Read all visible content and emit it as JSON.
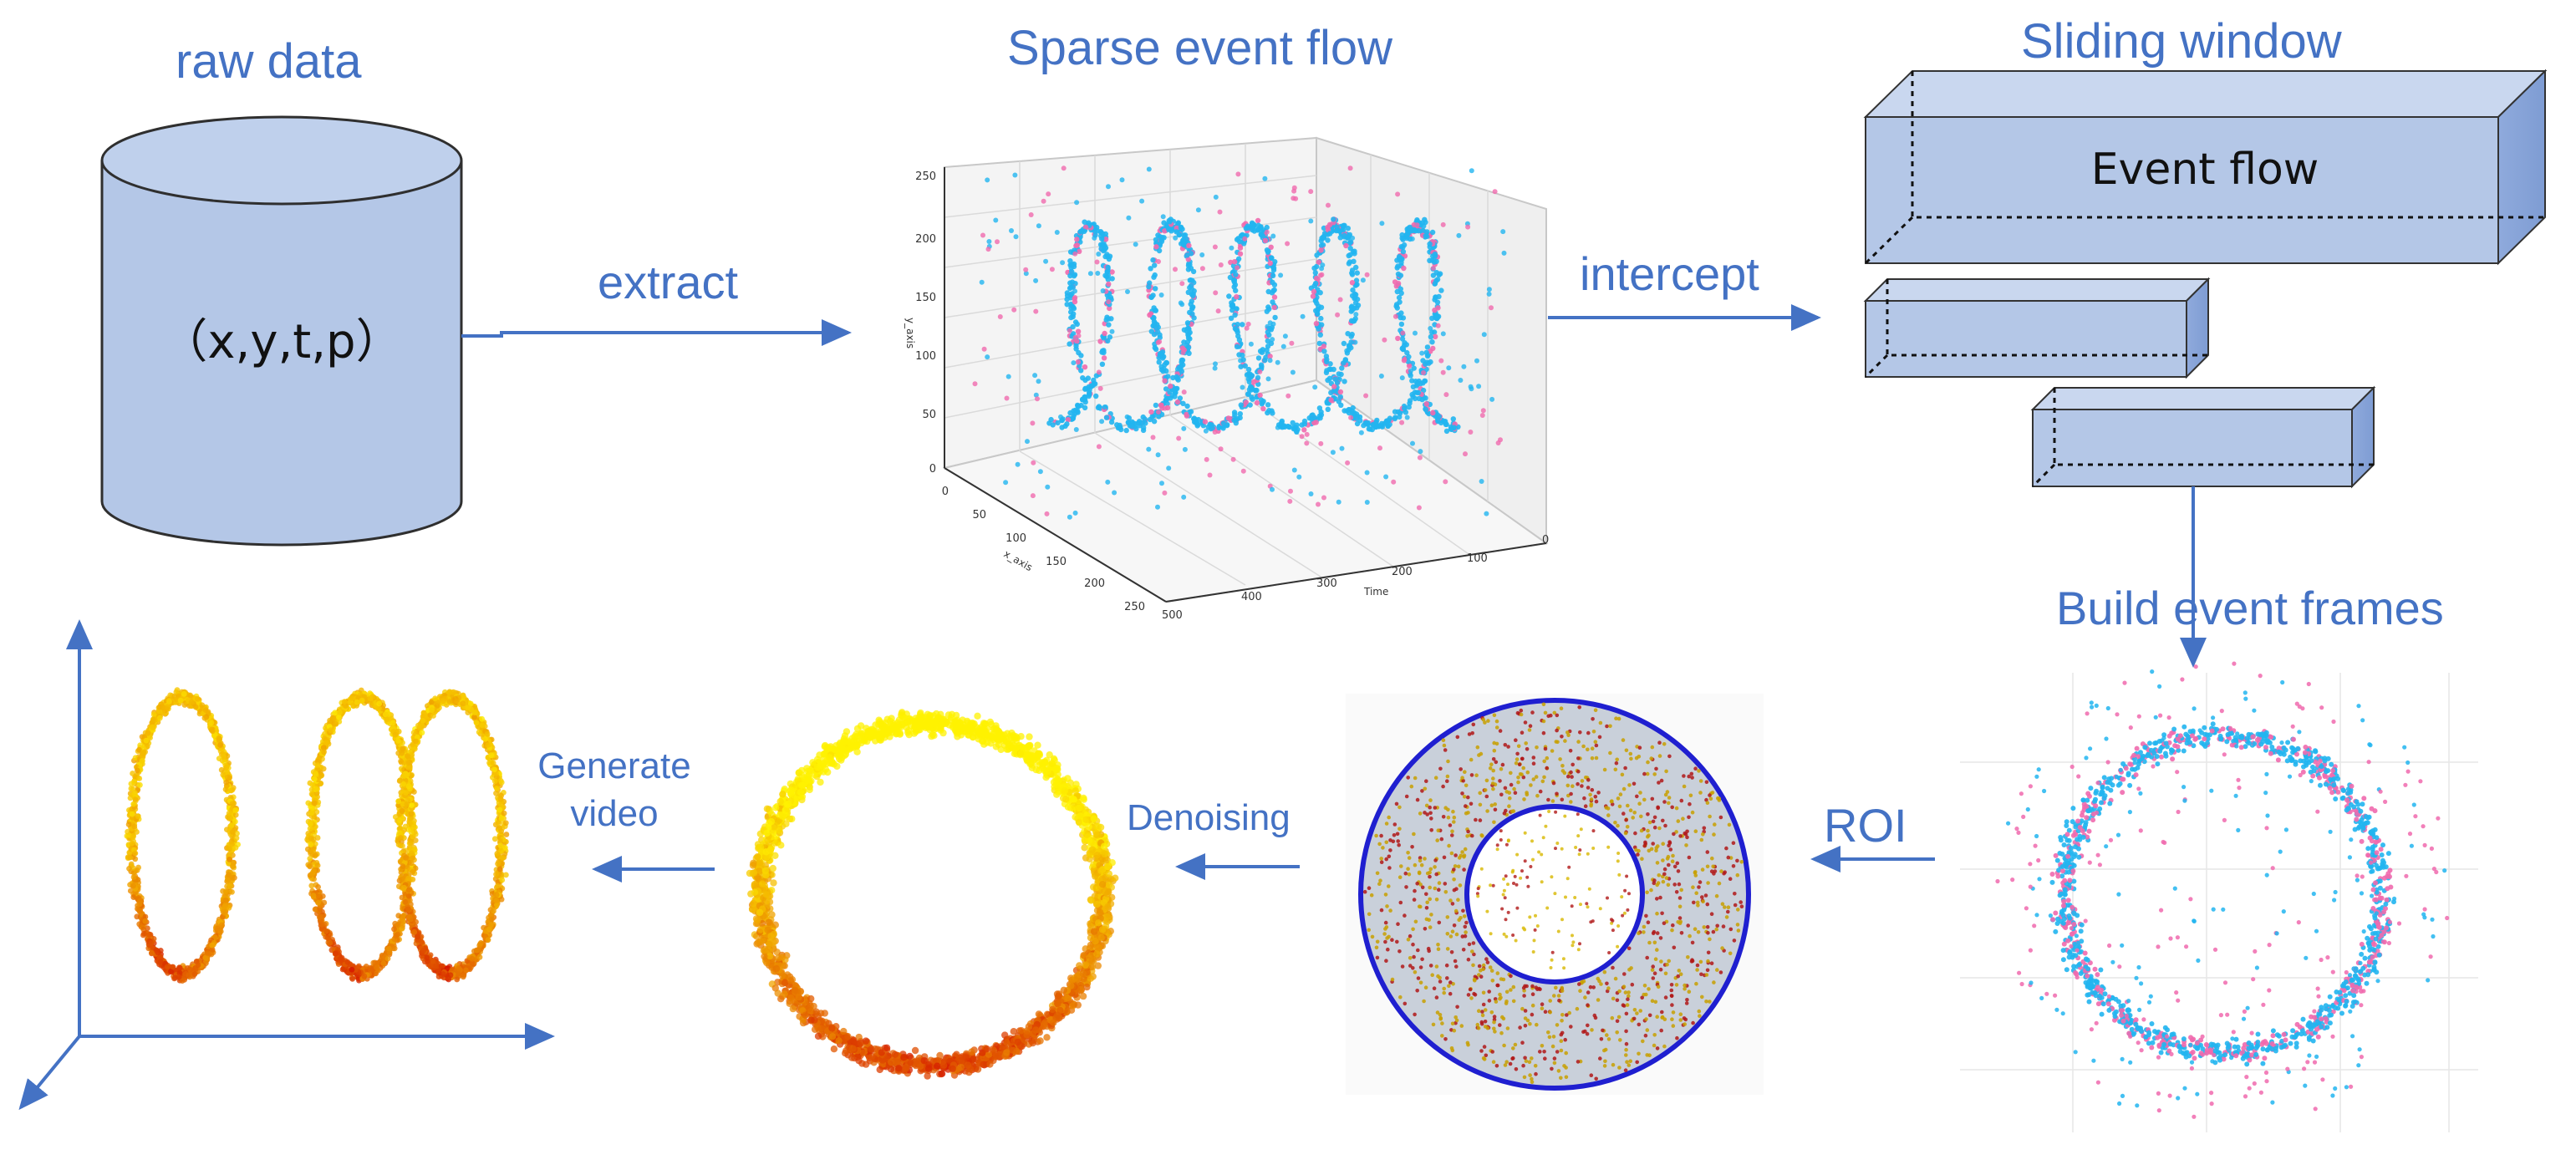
{
  "diagram": {
    "stages": {
      "raw_data": {
        "title": "raw data",
        "tuple": "（x,y,t,p）"
      },
      "extract": "extract",
      "sparse_flow": {
        "title": "Sparse event flow",
        "y_axis": "y_axis",
        "x_axis": "x_axis",
        "time_axis": "Time",
        "y_ticks": [
          "0",
          "50",
          "100",
          "150",
          "200",
          "250"
        ],
        "x_ticks": [
          "0",
          "50",
          "100",
          "150",
          "200",
          "250"
        ],
        "time_ticks": [
          "500",
          "400",
          "300",
          "200",
          "100",
          "0"
        ]
      },
      "intercept": "intercept",
      "sliding_window": {
        "title": "Sliding window",
        "box_label": "Event flow"
      },
      "build_frames": "Build event frames",
      "roi": "ROI",
      "denoising": "Denoising",
      "generate_video": {
        "line1": "Generate",
        "line2": "video"
      }
    },
    "colors": {
      "accent_blue": "#4472C4",
      "cylinder_fill": "#B4C7E7",
      "box_fill": "#B4C7E7",
      "event_cyan": "#22B5F0",
      "event_pink": "#F06AAE",
      "roi_circle": "#1F1FD0",
      "heat_low": "#FFF200",
      "heat_high": "#D00000"
    }
  }
}
